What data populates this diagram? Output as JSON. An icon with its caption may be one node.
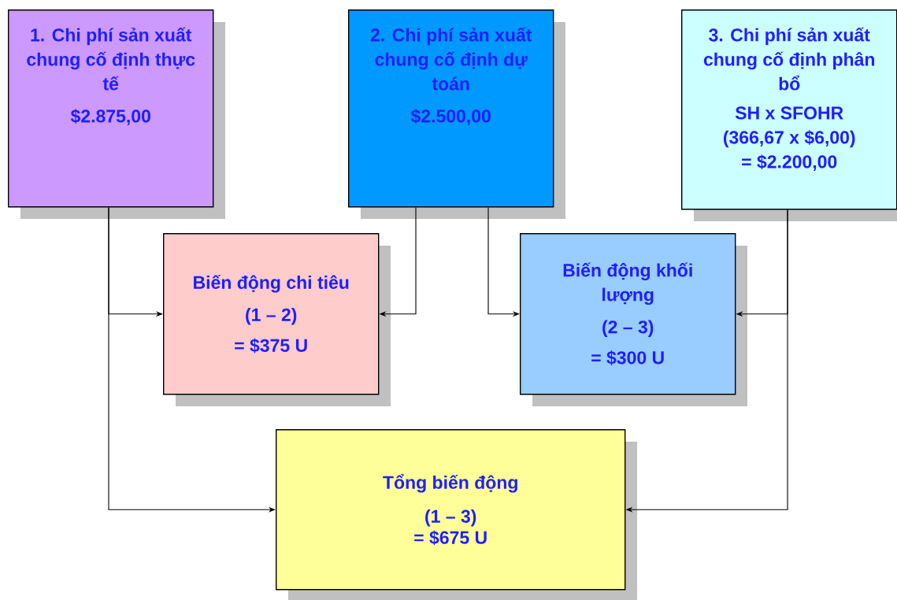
{
  "diagram": {
    "nodes": [
      {
        "text": [
          "1. Chi phí sản xuất chung cố định thực tế",
          "$2.875,00"
        ]
      },
      {
        "text": [
          "2. Chi phí sản xuất chung cố định dự toán",
          "$2.500,00"
        ]
      },
      {
        "text": [
          "3. Chi phí sản xuất chung cố định phân bổ",
          "SH x SFOHR",
          "(366,67 x $6,00)",
          "= $2.200,00"
        ]
      },
      {
        "text": [
          "Biến động chi tiêu",
          "(1 – 2)",
          "= $375 U"
        ]
      },
      {
        "text": [
          "Biến động khối lượng",
          "(2 – 3)",
          "= $300 U"
        ]
      },
      {
        "text": [
          "Tổng biến động",
          "(1 – 3)",
          "= $675 U"
        ]
      }
    ],
    "edges": [
      {
        "from": 0,
        "to": 3,
        "arrow": "to"
      },
      {
        "from": 0,
        "to": 5,
        "arrow": "to"
      },
      {
        "from": 1,
        "to": 3,
        "arrow": "to"
      },
      {
        "from": 1,
        "to": 4,
        "arrow": "to"
      },
      {
        "from": 2,
        "to": 4,
        "arrow": "to"
      },
      {
        "from": 2,
        "to": 5,
        "arrow": "to"
      }
    ]
  }
}
